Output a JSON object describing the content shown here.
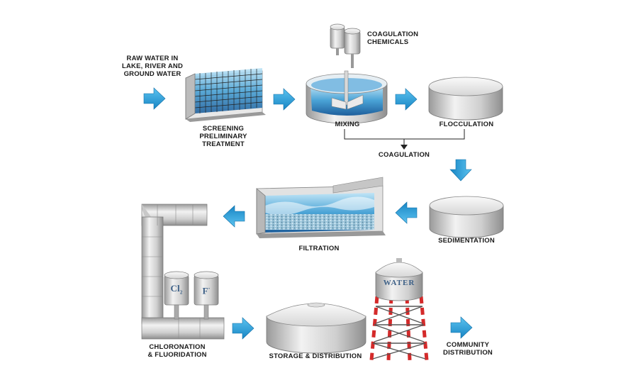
{
  "labels": {
    "raw_water": "RAW WATER IN\nLAKE, RIVER AND\nGROUND WATER",
    "screening": "SCREENING\nPRELIMINARY\nTREATMENT",
    "coagulation_chemicals": "COAGULATION\nCHEMICALS",
    "mixing": "MIXING",
    "flocculation": "FLOCCULATION",
    "coagulation": "COAGULATION",
    "sedimentation": "SEDIMENTATION",
    "filtration": "FILTRATION",
    "chloronation": "CHLORONATION\n& FLUORIDATION",
    "storage": "STORAGE & DISTRIBUTION",
    "community": "COMMUNITY\nDISTRIBUTION"
  },
  "tank_labels": {
    "chlorine": "Cl",
    "chlorine_sub": "2",
    "fluoride": "F",
    "fluoride_sup": "-",
    "water_tower": "WATER"
  },
  "colors": {
    "arrow": "#1e9bd7",
    "water": "#3e8fc7",
    "metal": "#c9c9c9",
    "tower_red": "#d42a2a"
  }
}
